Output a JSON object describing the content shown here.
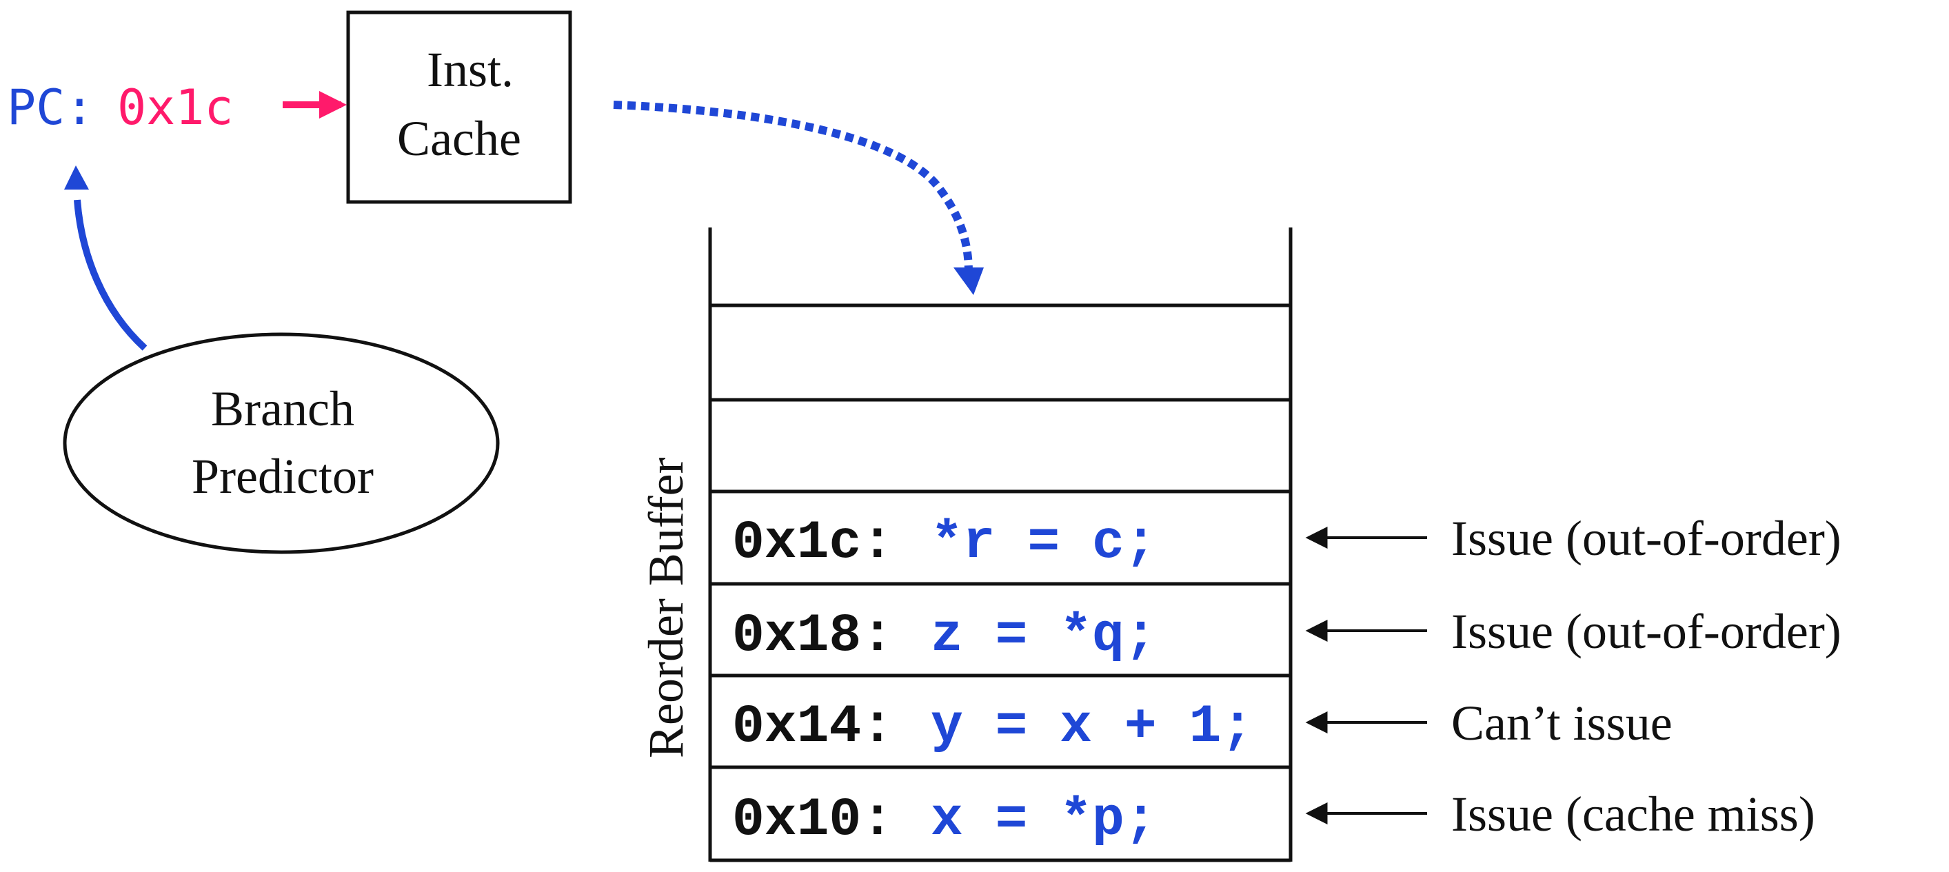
{
  "pc": {
    "label": "PC:",
    "value": "0x1c",
    "label_color": "#1f47d6",
    "value_color": "#ff1a6b"
  },
  "inst_cache": {
    "line1": "Inst.",
    "line2": "Cache"
  },
  "branch_predictor": {
    "line1": "Branch",
    "line2": "Predictor"
  },
  "reorder_buffer": {
    "label": "Reorder Buffer",
    "entries": [
      {
        "address": "0x1c:",
        "instruction": "*r = c;",
        "status": "Issue (out-of-order)"
      },
      {
        "address": "0x18:",
        "instruction": "z = *q;",
        "status": "Issue (out-of-order)"
      },
      {
        "address": "0x14:",
        "instruction": "y = x + 1;",
        "status": "Can’t issue"
      },
      {
        "address": "0x10:",
        "instruction": "x = *p;",
        "status": "Issue (cache miss)"
      }
    ]
  },
  "colors": {
    "instruction_blue": "#1f47d6",
    "arrow_blue": "#1f47d6",
    "arrow_pink": "#ff1a6b",
    "black": "#111111"
  }
}
